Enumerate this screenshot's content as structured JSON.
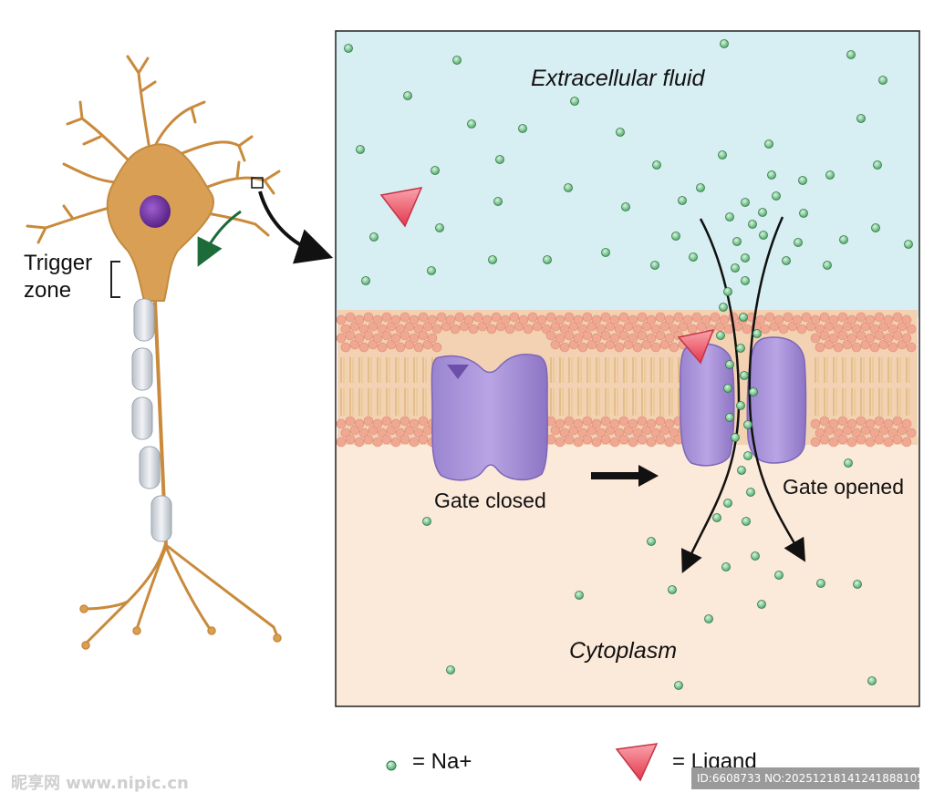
{
  "labels": {
    "trigger_zone_line1": "Trigger",
    "trigger_zone_line2": "zone",
    "extracellular": "Extracellular fluid",
    "cytoplasm": "Cytoplasm",
    "gate_closed": "Gate closed",
    "gate_opened": "Gate opened"
  },
  "legend": {
    "sodium": "= Na+",
    "ligand": "= Ligand"
  },
  "watermark": {
    "site": "昵享网 www.nipic.cn",
    "id": "ID:6608733 NO:20251218141241888105"
  },
  "colors": {
    "extracellular_fluid": "#d7eef2",
    "cytoplasm": "#fbe9d9",
    "lipid_head": "#f0a893",
    "lipid_tail": "#e8c58d",
    "channel_protein": "#a58ed6",
    "sodium_ion": "#79c98e",
    "ligand": "#f06b78",
    "neuron_body": "#d9a055",
    "neuron_nucleus": "#7a3fa8",
    "myelin": "#d8dde3"
  }
}
